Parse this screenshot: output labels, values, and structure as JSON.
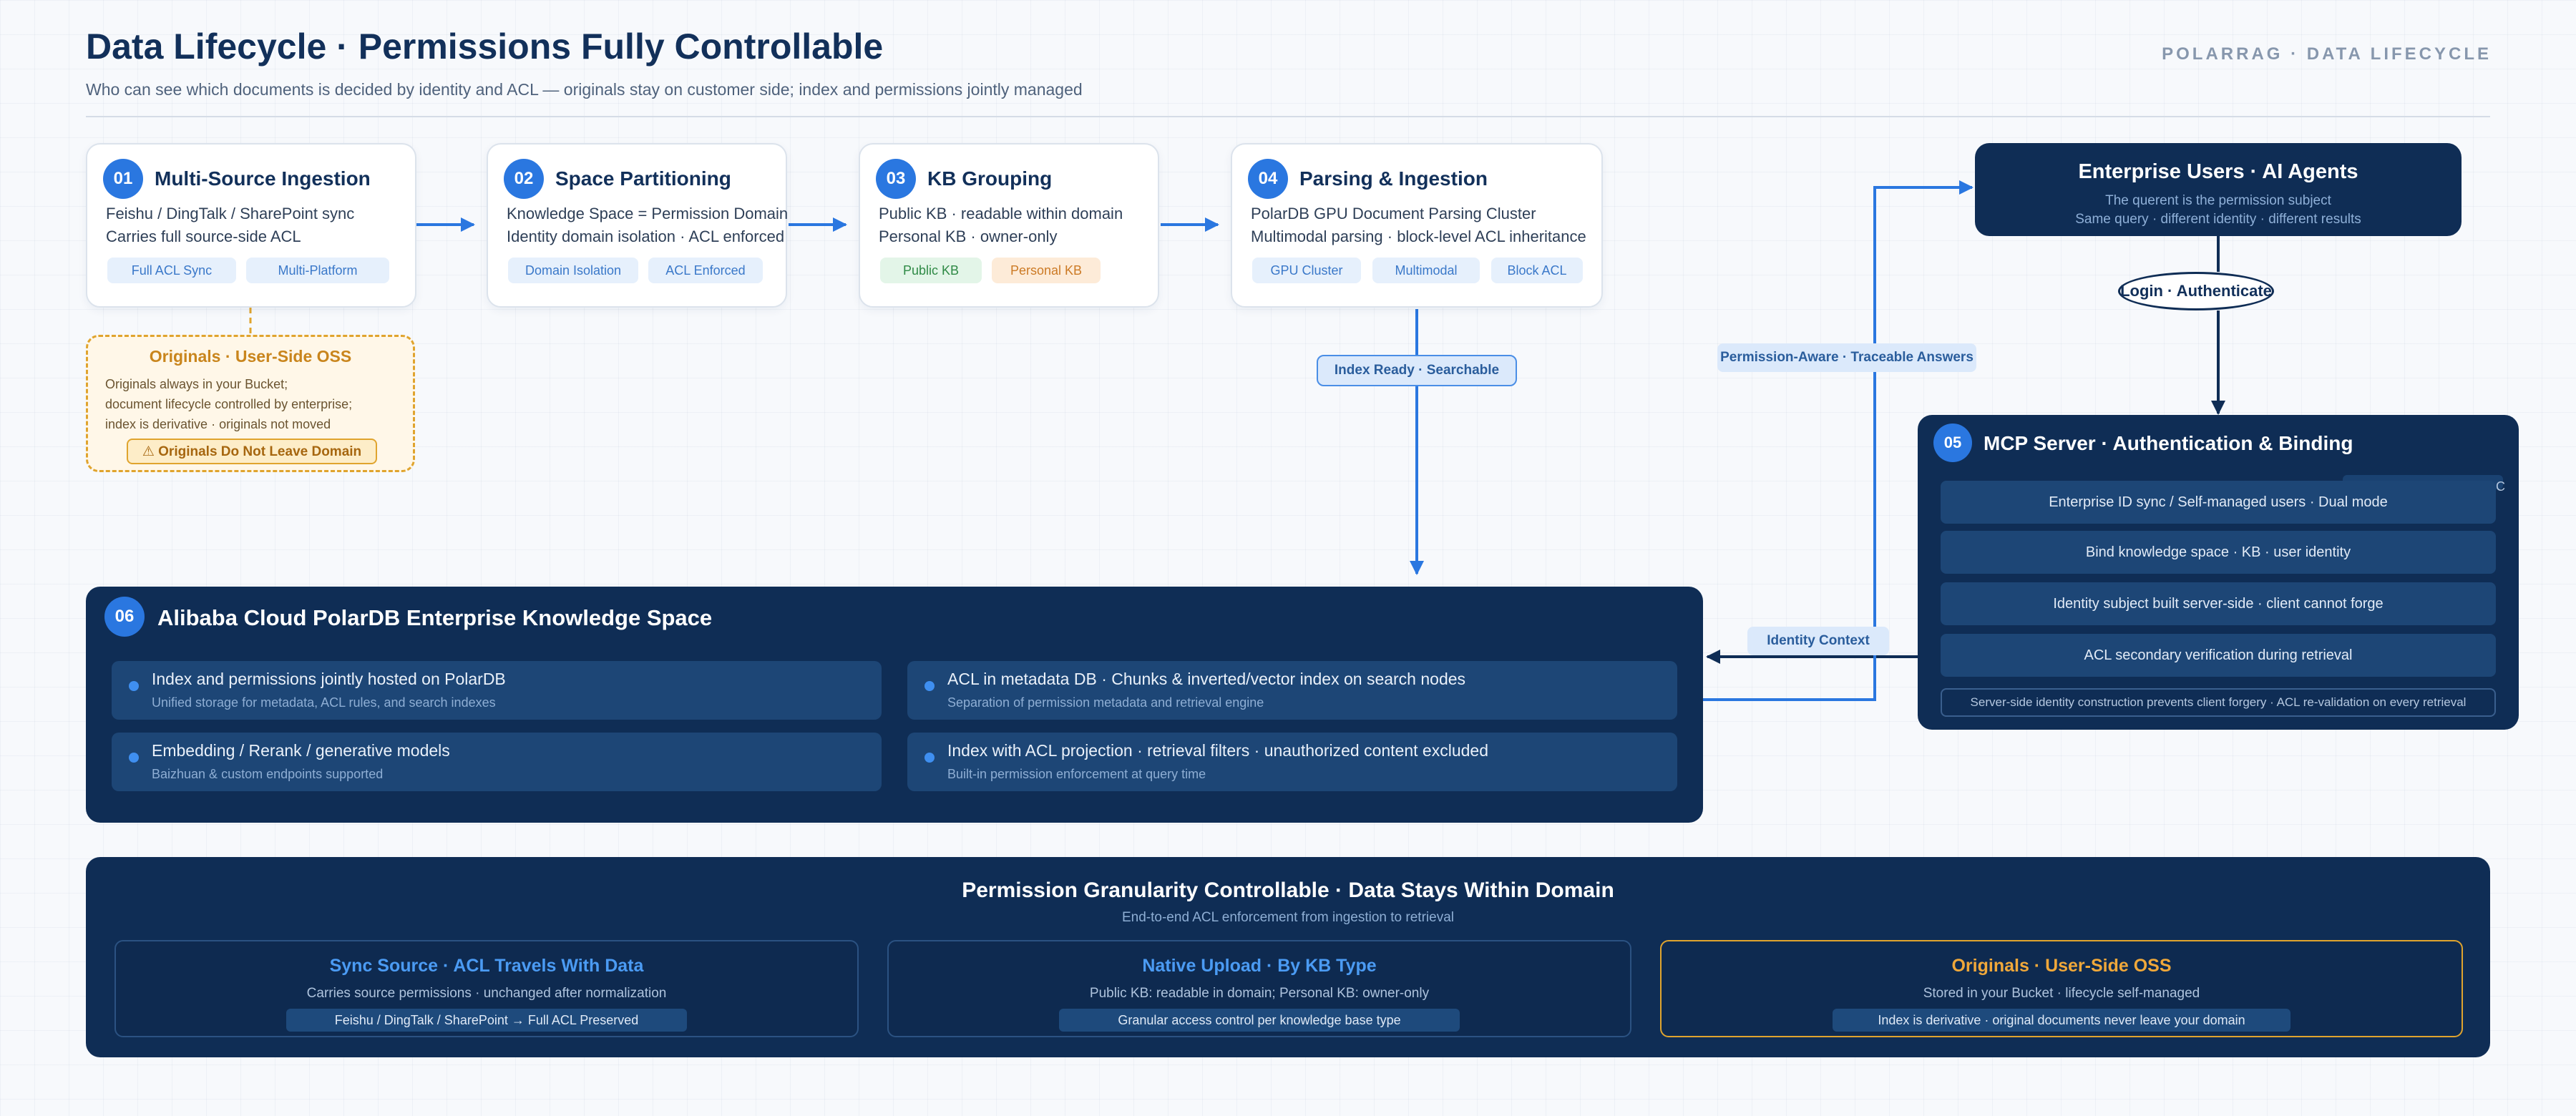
{
  "header": {
    "title": "Data Lifecycle · Permissions Fully Controllable",
    "subtitle": "Who can see which documents is decided by identity and ACL — originals stay on customer side; index and permissions jointly managed",
    "brand": "POLARRAG · DATA LIFECYCLE"
  },
  "steps": [
    {
      "num": "01",
      "title": "Multi-Source Ingestion",
      "lines": [
        "Feishu / DingTalk / SharePoint sync",
        "Carries full source-side ACL"
      ],
      "chips": [
        "Full ACL Sync",
        "Multi-Platform"
      ]
    },
    {
      "num": "02",
      "title": "Space Partitioning",
      "lines": [
        "Knowledge Space = Permission Domain",
        "Identity domain isolation · ACL enforced"
      ],
      "chips": [
        "Domain Isolation",
        "ACL Enforced"
      ]
    },
    {
      "num": "03",
      "title": "KB Grouping",
      "lines": [
        "Public KB · readable within domain",
        "Personal KB · owner-only"
      ],
      "chips": [
        "Public KB",
        "Personal KB"
      ]
    },
    {
      "num": "04",
      "title": "Parsing & Ingestion",
      "lines": [
        "PolarDB GPU Document Parsing Cluster",
        "Multimodal parsing · block-level ACL inheritance"
      ],
      "chips": [
        "GPU Cluster",
        "Multimodal",
        "Block ACL"
      ]
    }
  ],
  "oss": {
    "title": "Originals · User-Side OSS",
    "lines": [
      "Originals always in your Bucket;",
      "document lifecycle controlled by enterprise;",
      "index is derivative · originals not moved"
    ],
    "warning": "⚠ Originals Do Not Leave Domain"
  },
  "users": {
    "title": "Enterprise Users · AI Agents",
    "line1": "The querent is the permission subject",
    "line2": "Same query · different identity · different results"
  },
  "login": "Login · Authenticate",
  "mcp": {
    "num": "05",
    "title": "MCP Server · Authentication & Binding",
    "rows": [
      "Enterprise ID sync / Self-managed users · Dual mode",
      "Bind knowledge space · KB · user identity",
      "Identity subject built server-side · client cannot forge",
      "ACL secondary verification during retrieval"
    ],
    "footer": "Server-side identity construction prevents client forgery · ACL re-validation on every retrieval",
    "stray": "C"
  },
  "kb": {
    "num": "06",
    "title": "Alibaba Cloud PolarDB Enterprise Knowledge Space",
    "cells": [
      {
        "title": "Index and permissions jointly hosted on PolarDB",
        "sub": "Unified storage for metadata, ACL rules, and search indexes"
      },
      {
        "title": "ACL in metadata DB · Chunks & inverted/vector index on search nodes",
        "sub": "Separation of permission metadata and retrieval engine"
      },
      {
        "title": "Embedding / Rerank / generative models",
        "sub": "Baizhuan & custom endpoints supported"
      },
      {
        "title": "Index with ACL projection · retrieval filters · unauthorized content excluded",
        "sub": "Built-in permission enforcement at query time"
      }
    ]
  },
  "tags": {
    "index_ready": "Index Ready · Searchable",
    "permission_aware": "Permission-Aware · Traceable Answers",
    "identity_context": "Identity Context"
  },
  "summary": {
    "title": "Permission Granularity Controllable · Data Stays Within Domain",
    "subtitle": "End-to-end ACL enforcement from ingestion to retrieval",
    "cols": [
      {
        "title": "Sync Source · ACL Travels With Data",
        "text": "Carries source permissions · unchanged after normalization",
        "pill": "Feishu / DingTalk / SharePoint → Full ACL Preserved"
      },
      {
        "title": "Native Upload · By KB Type",
        "text": "Public KB: readable in domain; Personal KB: owner-only",
        "pill": "Granular access control per knowledge base type"
      },
      {
        "title": "Originals · User-Side OSS",
        "text": "Stored in your Bucket · lifecycle self-managed",
        "pill": "Index is derivative · original documents never leave your domain"
      }
    ]
  },
  "colors": {
    "accent": "#2a77e0",
    "navy": "#0f2d55",
    "gold": "#e0a42e"
  }
}
